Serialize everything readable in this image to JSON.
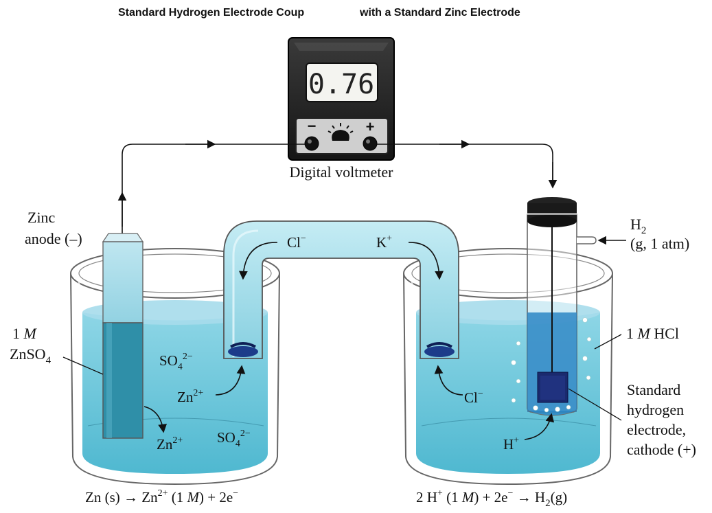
{
  "title": {
    "before_gap": "Standard Hydrogen Electrode Coup",
    "after_gap": "with a Standard Zinc Electrode"
  },
  "voltmeter": {
    "reading": "0.76",
    "label": "Digital voltmeter",
    "minus": "−",
    "plus": "+"
  },
  "left_cell": {
    "anode_line1": "Zinc",
    "anode_line2": "anode (–)",
    "conc": "1",
    "conc_unit": "M",
    "solution": "ZnSO",
    "solution_sub": "4",
    "so4": "SO",
    "so4_sub": "4",
    "so4_sup": "2−",
    "zn": "Zn",
    "zn_sup": "2+",
    "equation": {
      "p1": "Zn (s) → Zn",
      "sup1": "2+",
      "p2": " (1 ",
      "m": "M",
      "p3": ") + 2e",
      "sup2": "−"
    }
  },
  "salt_bridge": {
    "anion": "Cl",
    "anion_sup": "−",
    "cation": "K",
    "cation_sup": "+"
  },
  "right_cell": {
    "gas": "H",
    "gas_sub": "2",
    "gas_cond": "(g, 1 atm)",
    "conc": "1",
    "conc_unit": "M",
    "solution": "HCl",
    "cl": "Cl",
    "cl_sup": "−",
    "h": "H",
    "h_sup": "+",
    "electrode": [
      "Standard",
      "hydrogen",
      "electrode,",
      "cathode (+)"
    ],
    "equation": {
      "p1": "2 H",
      "sup1": "+",
      "p2": " (1 ",
      "m": "M",
      "p3": ") + 2e",
      "sup2": "−",
      "p4": " → H",
      "sub": "2",
      "p5": "(g)"
    }
  },
  "colors": {
    "solution": "#6cc8dc",
    "solution_light": "#b4e2ee",
    "bridge": "#9ad8e6",
    "electrode_blue": "#2b86c4",
    "cathode_plate": "#1a2a6e"
  }
}
